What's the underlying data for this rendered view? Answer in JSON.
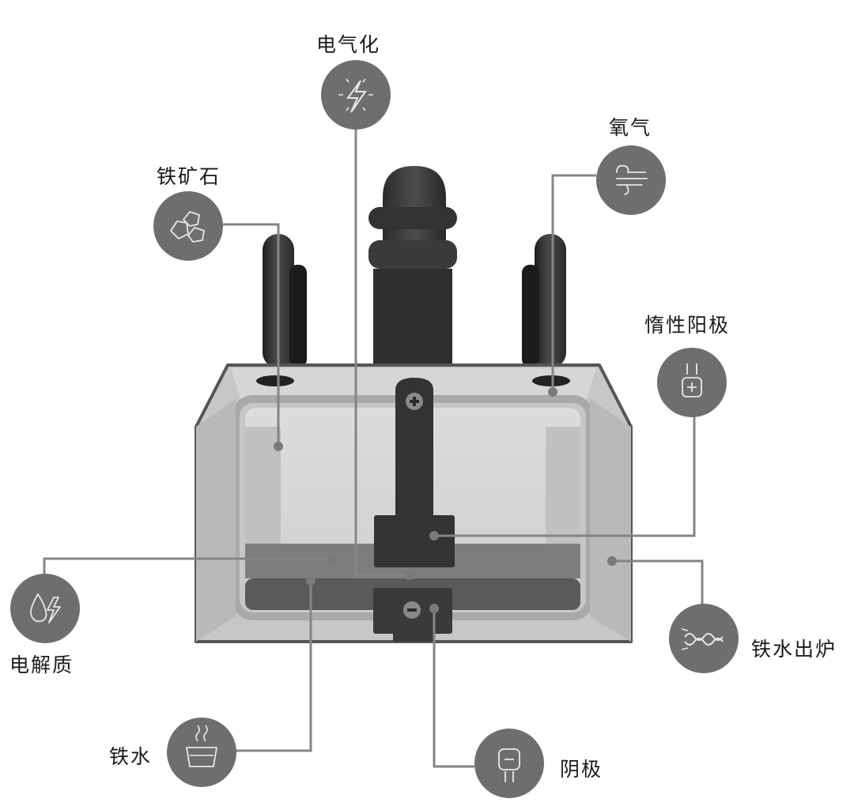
{
  "labels": {
    "electrify": "电气化",
    "oxygen": "氧气",
    "iron_ore": "铁矿石",
    "inert_anode": "惰性阳极",
    "electrolyte": "电解质",
    "tapping": "铁水出炉",
    "molten_iron": "铁水",
    "cathode": "阴极"
  },
  "icons": {
    "electrify": "lightning-icon",
    "oxygen": "wind-icon",
    "iron_ore": "ore-rocks-icon",
    "inert_anode": "anode-plus-icon",
    "electrolyte": "drop-bolt-icon",
    "tapping": "iron-flow-icon",
    "molten_iron": "steaming-bowl-icon",
    "cathode": "cathode-minus-icon"
  },
  "colors": {
    "icon_circle": "#6e6e6e",
    "leader_line": "#858585",
    "electrode": "#3a3a3a",
    "shell": "#bdbdbd"
  }
}
